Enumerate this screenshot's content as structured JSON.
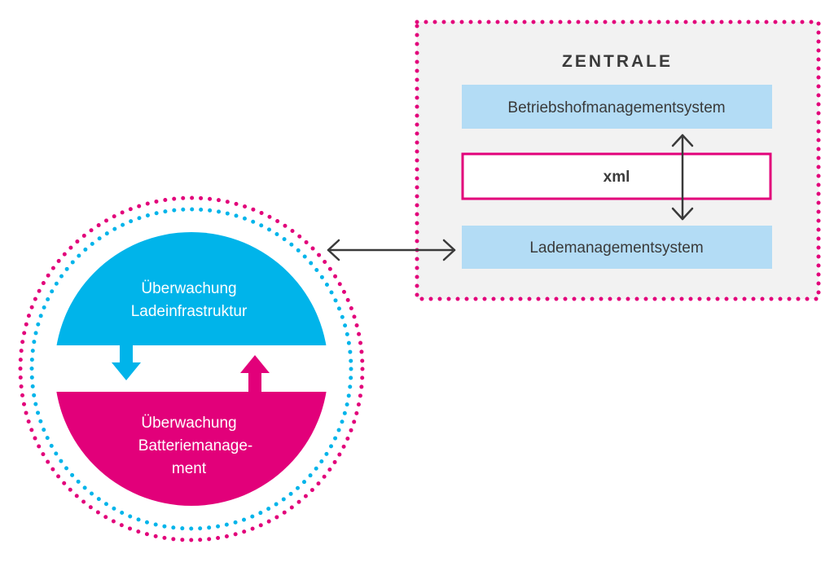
{
  "central": {
    "title": "ZENTRALE",
    "depot_system": "Betriebshofmanagementsystem",
    "protocol": "xml",
    "charging_system": "Lademanagementsystem"
  },
  "monitoring": {
    "infrastructure_line1": "Überwachung",
    "infrastructure_line2": "Ladeinfrastruktur",
    "battery_line1": "Überwachung",
    "battery_line2": "Batteriemanage-",
    "battery_line3": "ment"
  },
  "colors": {
    "magenta": "#e2007a",
    "cyan": "#00b4ea",
    "light_blue_box": "#b3dcf5",
    "panel_gray": "#f2f2f2",
    "arrow_dark": "#3a3a3a"
  }
}
